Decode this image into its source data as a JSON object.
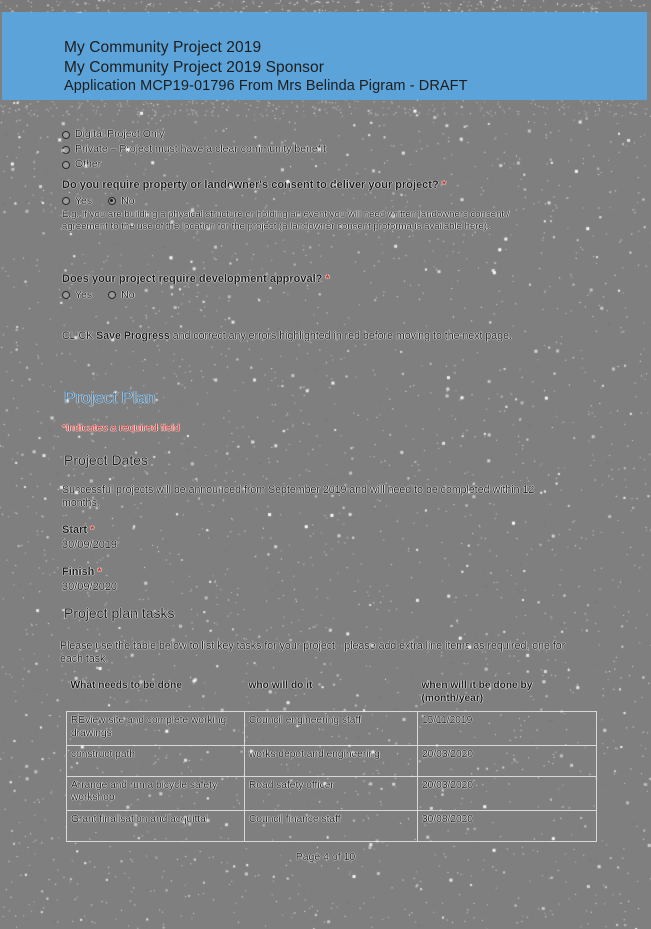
{
  "header": {
    "title": "My Community Project 2019",
    "subtitle": "My Community Project 2019 Sponsor",
    "application_line": "Application MCP19-01796 From Mrs Belinda Pigram -  DRAFT",
    "banner_color": "#5ba3d9"
  },
  "project_type_options": [
    {
      "label": "Digital Project Only",
      "selected": false
    },
    {
      "label": "Private – Project must have a clear community benefit",
      "selected": false
    },
    {
      "label": "Other",
      "selected": false
    }
  ],
  "landowner_consent": {
    "question": "Do you require property or landowner's consent to deliver your project?",
    "required_marker": "*",
    "options": [
      {
        "label": "Yes",
        "selected": false
      },
      {
        "label": "No",
        "selected": true
      }
    ],
    "help_text": "E.g. If you are building a physical structure or holding an event you will need written landowners consent / agreement to the use of the location for the project (a landowner consent proforma is available here)."
  },
  "development_approval": {
    "question": "Does your project require development approval?",
    "required_marker": "*",
    "options": [
      {
        "label": "Yes",
        "selected": false
      },
      {
        "label": "No",
        "selected": false
      }
    ]
  },
  "save_instruction": {
    "prefix": "CLICK ",
    "emphasis": "Save Progress",
    "suffix": " and correct any errors highlighted in red before moving to the next page."
  },
  "project_plan": {
    "heading": "Project Plan",
    "required_field_note": "indicates a required field",
    "required_star": "*",
    "heading_color": "#4a7fa8",
    "required_color": "#d0302a",
    "dates_heading": "Project Dates",
    "dates_intro": "Successful projects will be announced from September 2019 and will need to be completed within 12 months.",
    "start": {
      "label": "Start",
      "required_marker": "*",
      "value": "30/09/2019"
    },
    "finish": {
      "label": "Finish",
      "required_marker": "*",
      "value": "30/09/2020"
    }
  },
  "tasks": {
    "heading": "Project plan tasks",
    "intro": "Please use the table below to list key tasks for your project - please add extra line items as required, one for each task.",
    "columns": [
      "What needs to be done",
      "who will do it",
      "when will it be done by (month/year)"
    ],
    "rows": [
      {
        "what": "REview site and complete working drawings",
        "who": "Council engineering staff",
        "when": "15/11/2019"
      },
      {
        "what": "construct path",
        "who": "works depot and engineering",
        "when": "20/03/2020"
      },
      {
        "what": "Arrange and run a bicycle safety workshop",
        "who": "Road safety officer",
        "when": "20/03/2020"
      },
      {
        "what": "Grant finalisation and acquittal",
        "who": "Council finance staff",
        "when": "30/08/2020"
      }
    ]
  },
  "footer": {
    "page_label": "Page 4 of 10"
  }
}
